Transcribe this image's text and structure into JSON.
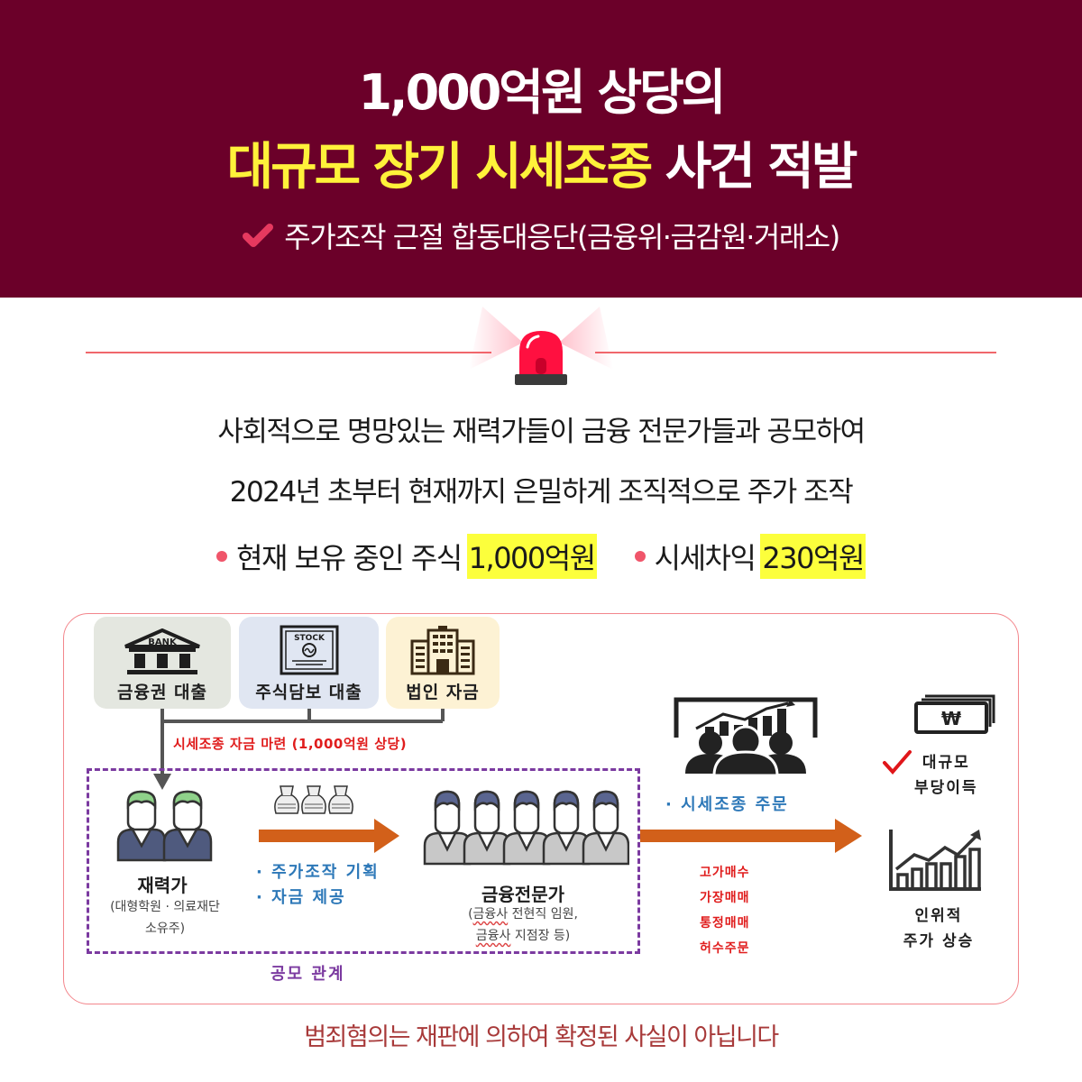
{
  "header": {
    "title_line1": "1,000억원 상당의",
    "title_line2_highlight": "대규모 장기 시세조종",
    "title_line2_rest": "사건 적발",
    "subtitle_main": "주가조작 근절 합동대응단",
    "subtitle_paren": "(금융위·금감원·거래소)",
    "check_icon": "check-icon"
  },
  "divider": {
    "icon": "siren-icon"
  },
  "description": {
    "line1": "사회적으로 명망있는 재력가들이 금융 전문가들과 공모하여",
    "line2": "2024년 초부터 현재까지 은밀하게 조직적으로 주가 조작"
  },
  "stats": [
    {
      "label": "현재 보유 중인 주식",
      "value": "1,000억원"
    },
    {
      "label": "시세차익",
      "value": "230억원"
    }
  ],
  "diagram": {
    "sources": [
      {
        "label": "금융권 대출",
        "icon": "bank-icon",
        "icon_text": "BANK"
      },
      {
        "label": "주식담보 대출",
        "icon": "stock-certificate-icon",
        "icon_text": "STOCK"
      },
      {
        "label": "법인 자금",
        "icon": "office-building-icon"
      }
    ],
    "fund_label": "시세조종 자금 마련 (1,000억원 상당)",
    "rich": {
      "title": "재력가",
      "sub_line1": "(대형학원 · 의료재단",
      "sub_line2": "소유주)"
    },
    "rich_actions": [
      "· 주가조작 기획",
      "· 자금 제공"
    ],
    "financial_experts": {
      "title": "금융전문가",
      "sub_line1_u": "금융사",
      "sub_line1_rest": " 전현직 임원,",
      "sub_line2_u": "금융사",
      "sub_line2_rest": " 지점장 등)",
      "sub_open": "("
    },
    "conspiracy_label": "공모 관계",
    "order_label": "· 시세조종 주문",
    "order_types": [
      "고가매수",
      "가장매매",
      "통정매매",
      "허수주문"
    ],
    "results": {
      "profit_line1": "대규모",
      "profit_line2": "부당이득",
      "rise_line1": "인위적",
      "rise_line2": "주가 상승"
    },
    "colors": {
      "arrow": "#d2601a",
      "dashed_box": "#7b3aa0",
      "blue_text": "#2d78b8",
      "red_text": "#e01d1d"
    }
  },
  "footer": {
    "note": "범죄혐의는 재판에 의하여 확정된 사실이 아닙니다"
  },
  "colors": {
    "header_bg": "#6b0029",
    "title_highlight": "#fff23a",
    "accent_pink": "#e6395f",
    "highlight_box": "#fcff3c",
    "rule": "#f0676b"
  }
}
